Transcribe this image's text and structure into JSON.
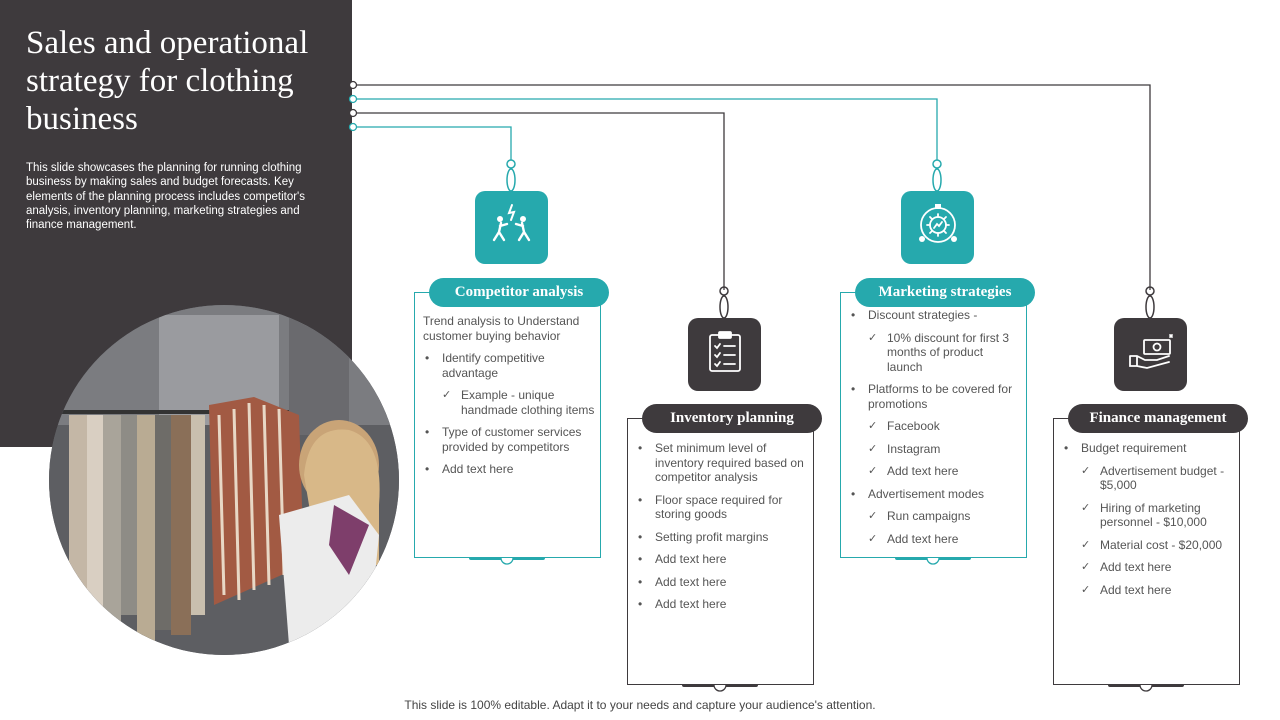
{
  "slide": {
    "title": "Sales and operational strategy for clothing business",
    "subtitle": "This slide showcases the planning for running clothing business by making sales and budget forecasts. Key elements of the planning process includes competitor's analysis, inventory planning, marketing strategies and finance management.",
    "footer": "This slide is 100% editable. Adapt it to your needs and capture your audience's attention.",
    "colors": {
      "teal": "#26a9ad",
      "dark": "#3e3a3d"
    }
  },
  "cards": {
    "competitor": {
      "title": "Competitor analysis",
      "icon": "competition-runners-icon",
      "intro": "Trend analysis to Understand customer buying behavior",
      "items": [
        "Identify competitive advantage",
        "Example - unique handmade clothing items",
        "Type of customer services provided by competitors",
        "Add text here"
      ]
    },
    "inventory": {
      "title": "Inventory planning",
      "icon": "clipboard-checklist-icon",
      "items": [
        "Set minimum level of inventory required based on competitor analysis",
        "Floor space required for storing goods",
        "Setting profit margins",
        "Add text here",
        "Add text here",
        "Add text here"
      ]
    },
    "marketing": {
      "title": "Marketing strategies",
      "icon": "marketing-gear-icon",
      "items": [
        "Discount strategies -",
        "10% discount for first 3 months of product launch",
        "Platforms to be covered for promotions",
        "Facebook",
        "Instagram",
        "Add text here",
        "Advertisement modes",
        "Run campaigns",
        "Add text here"
      ]
    },
    "finance": {
      "title": "Finance management",
      "icon": "money-hand-icon",
      "items": [
        "Budget requirement",
        "Advertisement budget - $5,000",
        "Hiring of marketing personnel - $10,000",
        "Material cost - $20,000",
        "Add text here",
        "Add text here"
      ]
    }
  }
}
